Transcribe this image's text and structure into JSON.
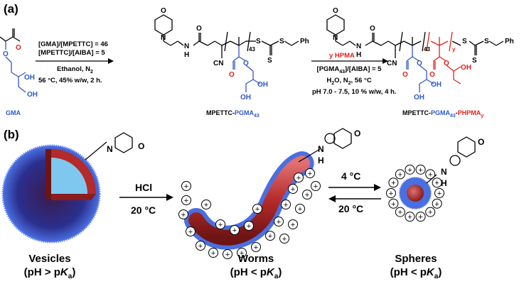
{
  "panel_a": {
    "label": "(a)",
    "monomer_name": "GMA",
    "reaction1": {
      "line1": "[GMA]/[MPETTC] = 46",
      "line2": "[MPETTC]/[AIBA] = 5",
      "line3": "Ethanol, N",
      "line3_sub": "2",
      "line4": "56 °C, 45% w/w, 2 h."
    },
    "product1": {
      "prefix": "MPETTC-",
      "block": "PGMA",
      "block_sub": "43",
      "dp_label": "43",
      "end_group": "Ph"
    },
    "reaction2": {
      "reagent": "y HPMA",
      "line1": "[PGMA",
      "line1_sub": "43",
      "line1_rest": "]/[AIBA] = 5",
      "line2": "H",
      "line2_rest": "O, N",
      "line2_sub2": "2",
      "line2_end": ", 56 °C",
      "line3": "pH 7.0 - 7.5, 10 % w/w, 4 h."
    },
    "product2": {
      "prefix": "MPETTC-",
      "block1": "PGMA",
      "block1_sub": "43",
      "sep": "-",
      "block2": "PHPMA",
      "block2_sub": "y",
      "dp1_label": "43",
      "dp2_label": "y",
      "end_group": "Ph"
    },
    "atoms": {
      "O": "O",
      "N": "N",
      "S": "S",
      "H": "H",
      "OH": "OH",
      "CN": "CN",
      "NH_H": "H"
    }
  },
  "panel_b": {
    "label": "(b)",
    "step1": {
      "top": "HCl",
      "bottom": "20 °C"
    },
    "step2": {
      "top": "4 °C",
      "bottom": "20 °C"
    },
    "captions": [
      {
        "name": "Vesicles",
        "cond_open": "(pH > p",
        "cond_k": "K",
        "cond_sub": "a",
        "cond_close": ")"
      },
      {
        "name": "Worms",
        "cond_open": "(pH < p",
        "cond_k": "K",
        "cond_sub": "a",
        "cond_close": ")"
      },
      {
        "name": "Spheres",
        "cond_open": "(pH < p",
        "cond_k": "K",
        "cond_sub": "a",
        "cond_close": ")"
      }
    ],
    "charge_symbol": "+",
    "colors": {
      "shell_blue": "#4a6fe0",
      "core_red": "#b52a2a",
      "lumen": "#7ec8f0"
    }
  }
}
